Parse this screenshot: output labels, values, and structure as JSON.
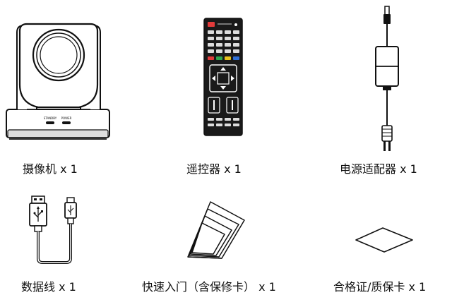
{
  "items": [
    {
      "name": "摄像机",
      "qty": "x 1",
      "icon": "ptz-camera-icon"
    },
    {
      "name": "遥控器",
      "qty": "x 1",
      "icon": "remote-control-icon"
    },
    {
      "name": "电源适配器",
      "qty": "x 1",
      "icon": "power-adapter-icon"
    },
    {
      "name": "数据线",
      "qty": "x 1",
      "icon": "usb-cable-icon"
    },
    {
      "name": "快速入门（含保修卡）",
      "qty": "x 1",
      "icon": "quick-start-guide-icon"
    },
    {
      "name": "合格证/质保卡",
      "qty": "x 1",
      "icon": "certificate-card-icon"
    }
  ],
  "camera": {
    "button_left": "STANDBY",
    "button_right": "POWER"
  },
  "colors": {
    "line": "#111111",
    "fill": "#ffffff",
    "remote_body": "#1a1a1a"
  }
}
